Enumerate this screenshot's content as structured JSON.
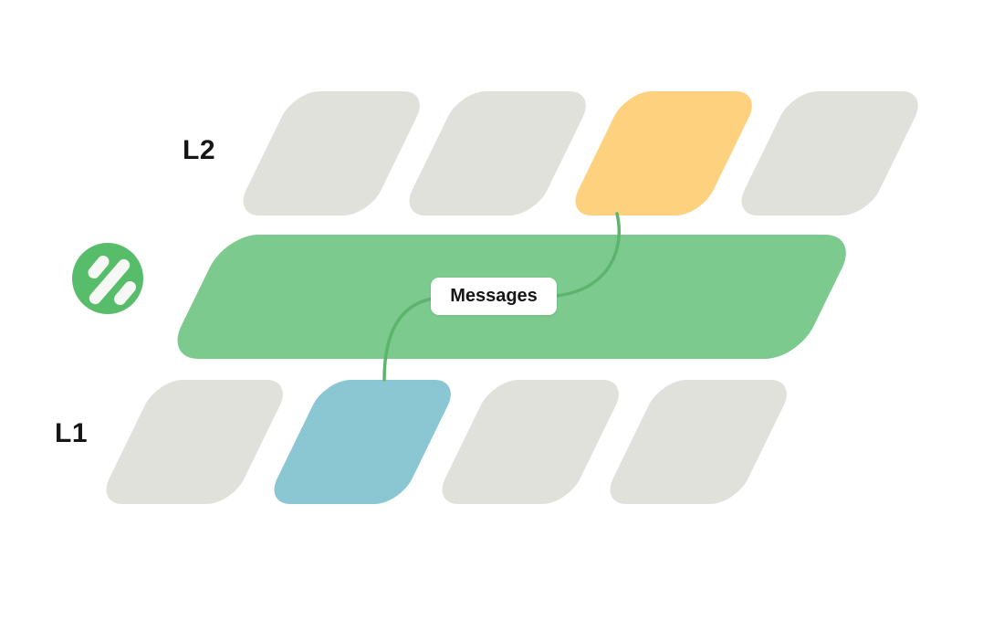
{
  "labels": {
    "l2": "L2",
    "l1": "L1"
  },
  "band": {
    "label": "Messages"
  },
  "rows": {
    "l2": {
      "blocks": [
        "block_gray",
        "block_gray",
        "block_yellow",
        "block_gray"
      ]
    },
    "l1": {
      "blocks": [
        "block_gray",
        "block_blue",
        "block_gray",
        "block_gray"
      ]
    }
  },
  "colors": {
    "block_gray": "#e1e1dc",
    "block_yellow": "#fdd17e",
    "block_blue": "#8bc6d3",
    "band_green": "#7cca8d",
    "logo_green": "#58bd6a",
    "logo_glyph": "#f6f8f5",
    "connector_green": "#5eb46e",
    "text_dark": "#161616"
  },
  "icons": {
    "logo": "percent-logo-icon"
  }
}
